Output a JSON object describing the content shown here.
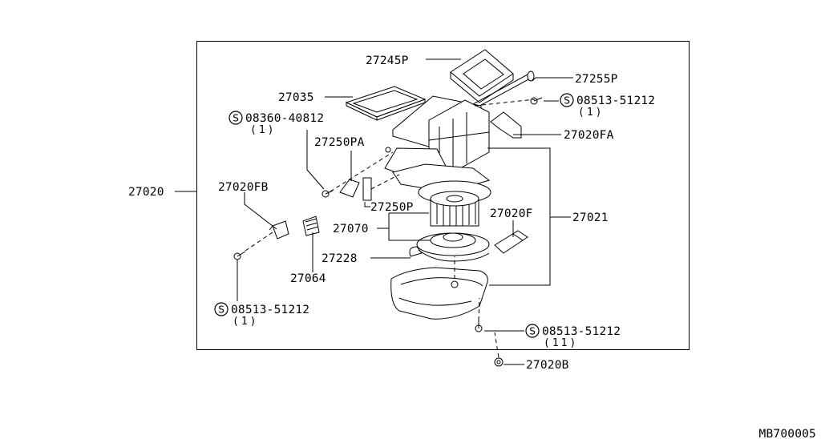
{
  "diagram_code": "MB700005",
  "highlight_color": "#22cc22",
  "labels": {
    "l27245P": "27245P",
    "l27255P": "27255P",
    "l27035": "27035",
    "l08360": "08360-40812",
    "l08360_qty": "(1)",
    "l08513a": "08513-51212",
    "l08513a_qty": "(1)",
    "l27020FA": "27020FA",
    "l27250PA": "27250PA",
    "l27020": "27020",
    "l27020FB": "27020FB",
    "l27250P": "27250P",
    "l27020F": "27020F",
    "l27021": "27021",
    "l27070": "27070",
    "l27228": "27228",
    "l27064": "27064",
    "l08513b": "08513-51212",
    "l08513b_qty": "(1)",
    "l08513c": "08513-51212",
    "l08513c_qty": "(11)",
    "l27020B": "27020B"
  },
  "symbols": {
    "standard_part": "S"
  }
}
